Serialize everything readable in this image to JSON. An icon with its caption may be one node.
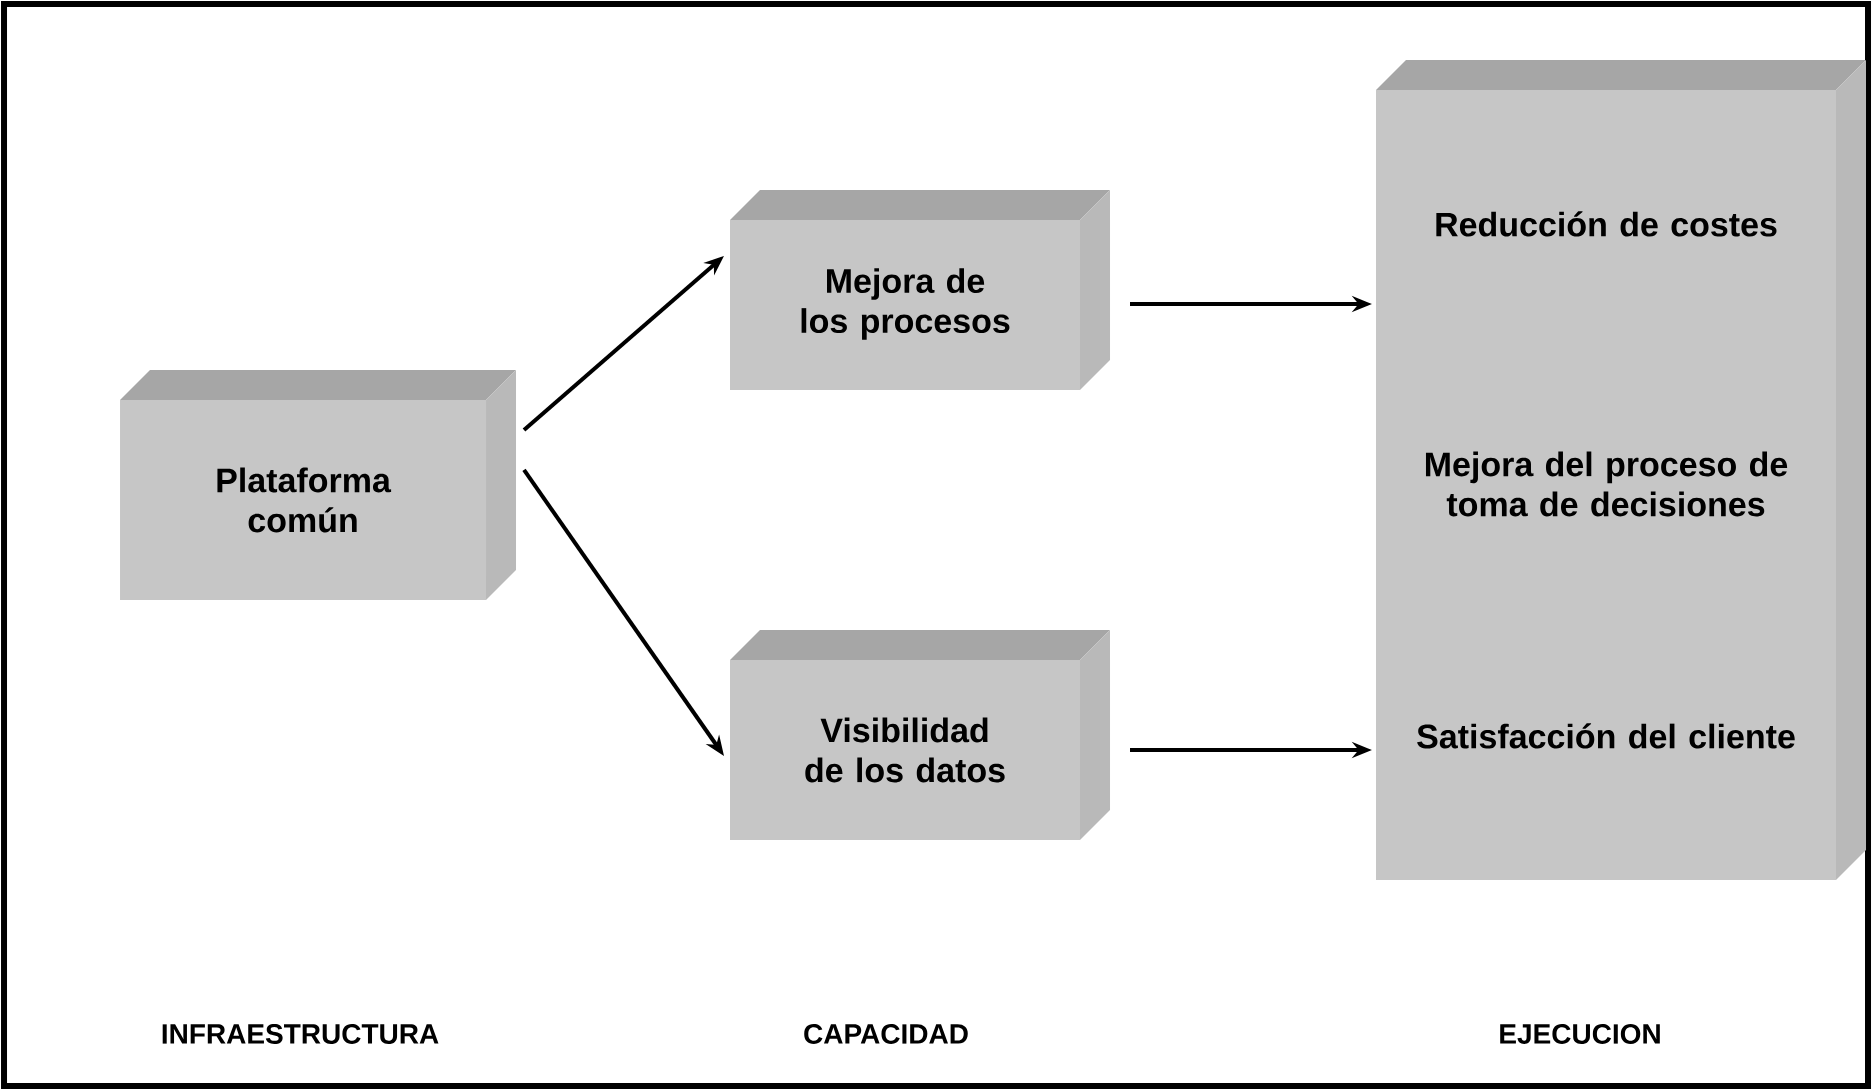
{
  "diagram": {
    "nodes": [
      {
        "text": [
          "Plataforma común"
        ]
      },
      {
        "text": [
          "Mejora de los procesos"
        ]
      },
      {
        "text": [
          "Visibilidad de los datos"
        ]
      },
      {
        "text": [
          "Reducción de costes",
          "Mejora del proceso de toma de decisiones",
          "Satisfacción del cliente"
        ]
      }
    ],
    "edges": [
      {
        "from": 0,
        "to": 1,
        "arrow": "to"
      },
      {
        "from": 0,
        "to": 2,
        "arrow": "to"
      },
      {
        "from": 1,
        "to": 3,
        "arrow": "to"
      },
      {
        "from": 2,
        "to": 3,
        "arrow": "to"
      }
    ],
    "labels": [
      "INFRAESTRUCTURA",
      "CAPACIDAD",
      "EJECUCION"
    ]
  }
}
